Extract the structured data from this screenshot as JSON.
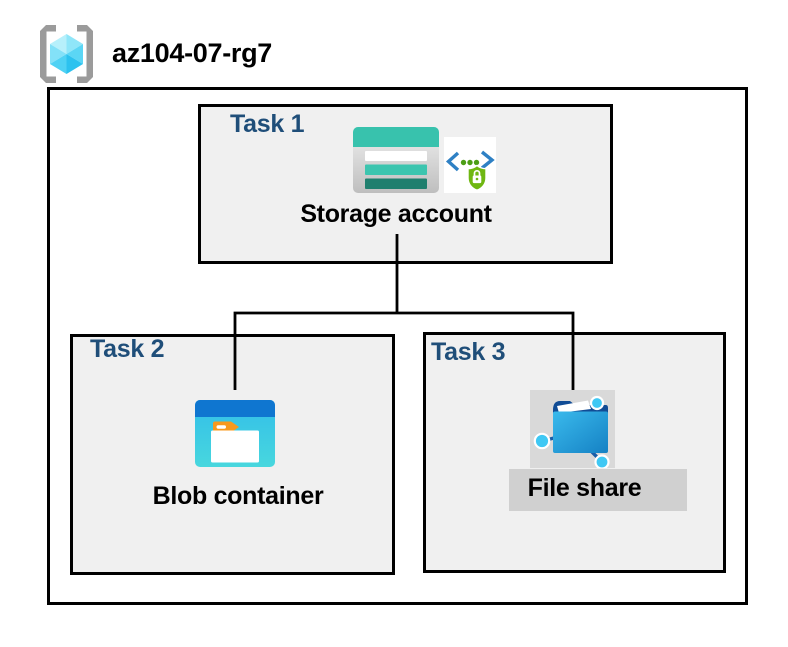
{
  "resource_group": {
    "name": "az104-07-rg7",
    "icon": "resource-group-icon"
  },
  "tasks": [
    {
      "label": "Task 1",
      "resource": "Storage account",
      "icons": [
        "storage-account-icon",
        "secure-access-shield-lock-icon"
      ]
    },
    {
      "label": "Task 2",
      "resource": "Blob container",
      "icons": [
        "blob-container-icon"
      ]
    },
    {
      "label": "Task 3",
      "resource": "File share",
      "icons": [
        "file-share-icon"
      ]
    }
  ],
  "connections": [
    {
      "from": "Storage account",
      "to": "Blob container"
    },
    {
      "from": "Storage account",
      "to": "File share"
    }
  ],
  "colors": {
    "task_label_navy": "#1F4E79",
    "box_fill": "#F0F0F0",
    "border_black": "#000000",
    "storage_teal": "#38C2AD",
    "storage_teal_dark": "#1F7F6E",
    "blob_top_blue": "#0F76D0",
    "blob_body_cyan": "#35C2E9",
    "folder_tab_orange": "#F8991D",
    "shield_green": "#6FB712",
    "bracket_blue": "#2E80C4",
    "fileshare_navy": "#114C95",
    "fileshare_blue": "#2BA7E0",
    "node_cyan": "#3FC8F4",
    "gray_panel": "#D9D9D9",
    "gray_band": "#D0D0D0",
    "rg_bracket_gray": "#9B9B9B"
  }
}
